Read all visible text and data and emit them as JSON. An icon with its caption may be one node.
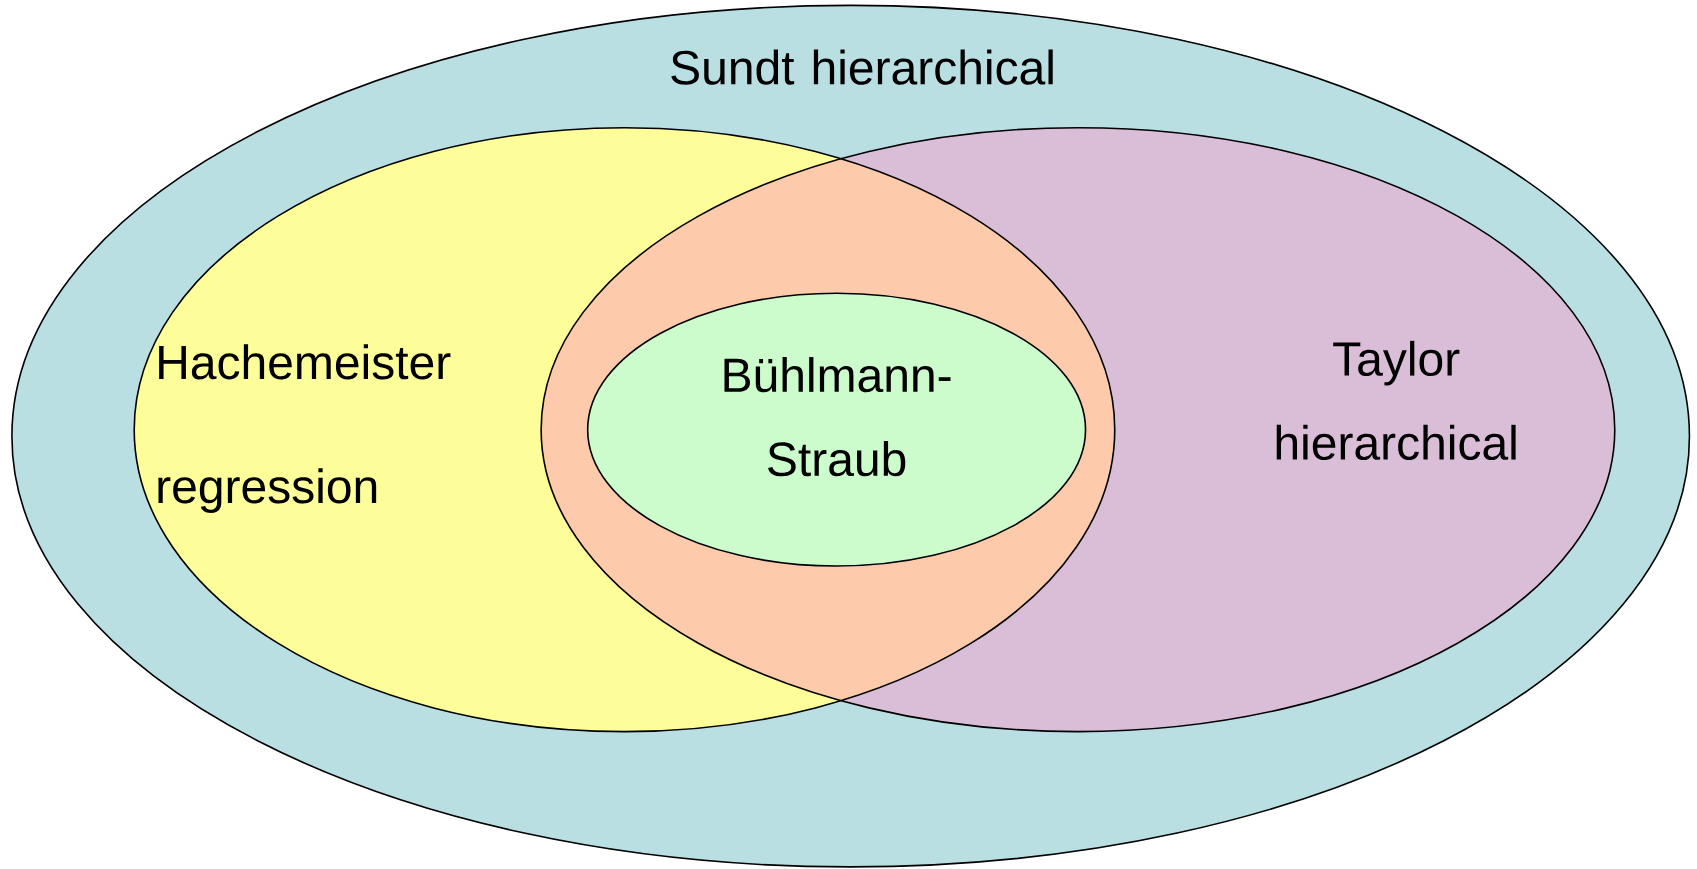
{
  "diagram": {
    "nodes": [
      {
        "text": [
          "Sundt hierarchical"
        ]
      },
      {
        "text": [
          "Hachemeister regression"
        ],
        "in": 0
      },
      {
        "text": [
          "Taylor hierarchical"
        ],
        "in": 0
      },
      {
        "text": [
          "Bühlmann-Straub"
        ]
      }
    ]
  }
}
